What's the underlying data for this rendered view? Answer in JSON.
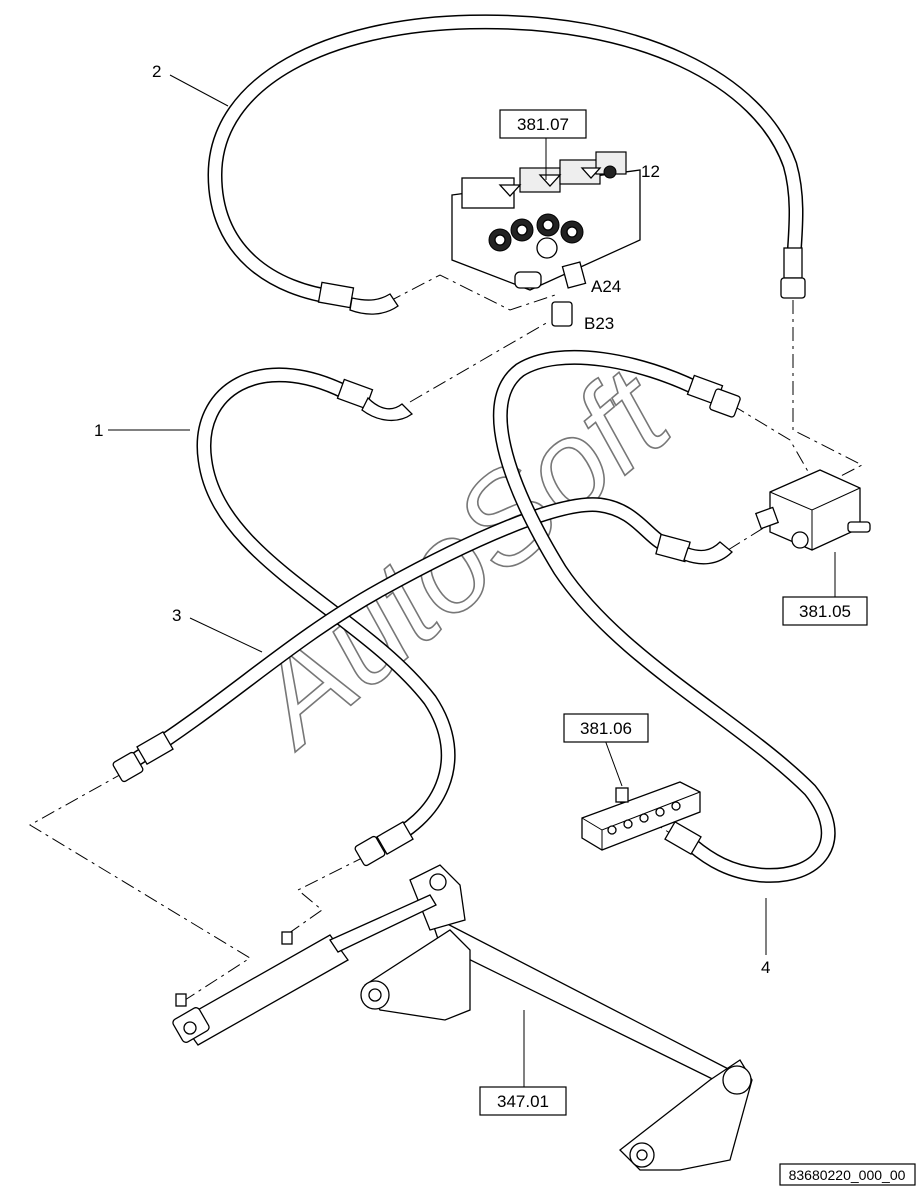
{
  "watermark": "AutoSoft",
  "drawing_code": "83680220_000_00",
  "callouts": {
    "hose_1": "1",
    "hose_2": "2",
    "hose_3": "3",
    "hose_4": "4",
    "fitting_12": "12",
    "port_a24": "A24",
    "port_b23": "B23"
  },
  "references": {
    "valve_block": "381.07",
    "valve_small": "381.05",
    "manifold": "381.06",
    "lift_arm": "347.01"
  }
}
